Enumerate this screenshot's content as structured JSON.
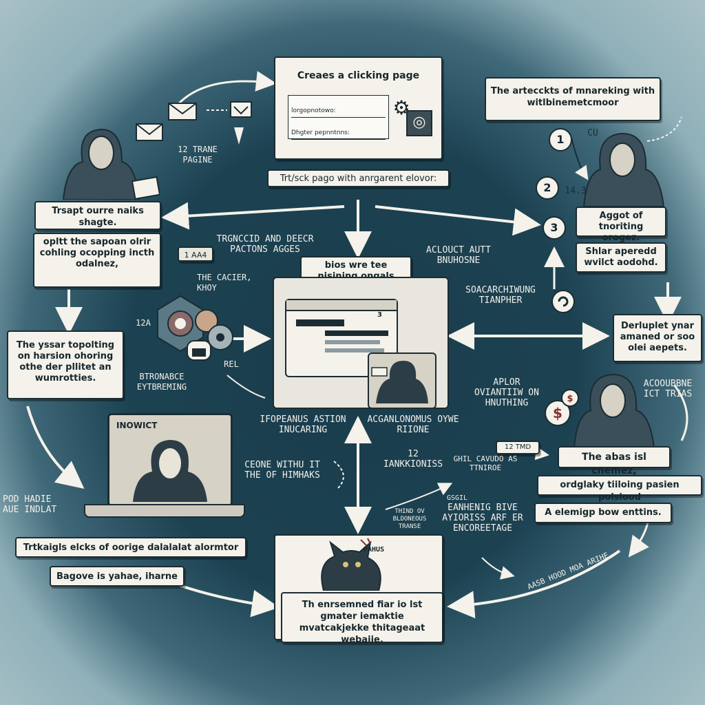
{
  "center_window": {
    "callout": "bios wre tee nisining ongals ktolemors,",
    "badge_number": "3"
  },
  "top_page": {
    "title": "Creaes a clicking page",
    "field_1": "lorgopnotowo:",
    "field_2": "Dhgter pepnntnns:",
    "caption": "Trt/sck pago with anrgarent elovor:"
  },
  "top_right": {
    "callout": "The artecckts of mnareking with witlbinemetcmoor",
    "num_1": "1",
    "num_1_label": "CU",
    "num_2": "2",
    "num_2_label": "14.3",
    "num_3": "3",
    "box_1": "Aggot of tnoriting orogez.",
    "box_2": "Shlar aperedd wvilct aodohd."
  },
  "left": {
    "hacker_caption": "Trsapt ourre naiks shagte.",
    "box_1": "opltt the sapoan olrir cohling ocopping incth odalnez,",
    "box_2": "The yssar topolting on harsion ohoring othe der pllitet an wumrotties.",
    "step_label": "12 TRANE PAGINE",
    "small_tag": "1 AA4",
    "small_tag_2": "12A",
    "caption_left": "BTRONABCE EYTBREMING"
  },
  "center_labels": {
    "top_left": "TRGNCCID AND DEECR PACTONS AGGES",
    "gear_label": "THE CACIER, KHOY",
    "rel": "REL",
    "bottom_left": "IFOPEANUS ASTION INUCARING",
    "bottom_center": "ACGANLONOMUS OYWE RIIONE",
    "right_top": "ACLOUCT AUTT BNUHOSNE",
    "right_mid": "SOACARCHIWUNG TIANPHER"
  },
  "right": {
    "box_top": "Derluplet ynar amaned or soo olei aepets.",
    "label_left": "APLOR OVIANTIIW ON HNUTHING",
    "label_right": "ACOOUBBNE ICT TRIAS",
    "box_1": "The abas isl cnemez,",
    "box_2": "ordglaky tiiloing pasien polsiood",
    "box_3": "A elemigp bow enttins.",
    "small_1": "12 TMD",
    "small_2": "GHIL CAVUDO AS TTNIROE",
    "arrow_label": "AASB HOOD MOA ARIHE"
  },
  "bottom": {
    "laptop_label": "INOWICT",
    "left_label": "POD HADIE AUE INDLAT",
    "box_1": "Trtkaigls elcks of oorige dalalalat alormtor",
    "box_2": "Bagove is yahae, iharne",
    "note_1": "CEONE WITHU IT THE OF HIMHAKS",
    "note_2": "12 IANKKIONISS",
    "note_3": "EANHENIG BIVE AYIORISS ARF ER ENCOREETAGE",
    "note_4": "THIND OV BLDONEOUS TRANSE",
    "note_5": "GSGIL",
    "cat_label": "PAHUS",
    "box_final": "Th enrsemned fiar io lst gmater iemaktie mvatcakjekke thitageaat webaiie."
  }
}
